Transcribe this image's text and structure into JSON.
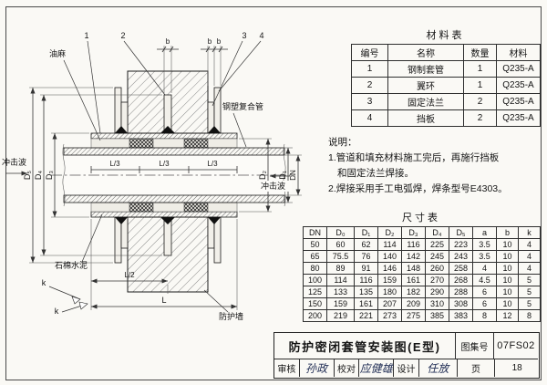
{
  "drawing": {
    "part_numbers": [
      "1",
      "2",
      "3",
      "4"
    ],
    "labels": {
      "youma": "油麻",
      "pipe": "钢塑复合管",
      "asbestos": "石棉水泥",
      "wall": "防护墙",
      "shock_left": "冲击波",
      "shock_right": "冲击波"
    },
    "dims": {
      "b": "b",
      "k": "k",
      "L": "L",
      "L2": "L/2",
      "L3": "L/3",
      "DN": "DN",
      "D1": "D₁",
      "D2": "D₂",
      "D3": "D₃",
      "D4": "D₄",
      "D5": "D₅"
    }
  },
  "material_table": {
    "title": "材料表",
    "headers": [
      "编号",
      "名称",
      "数量",
      "材料"
    ],
    "rows": [
      [
        "1",
        "钢制套管",
        "1",
        "Q235-A"
      ],
      [
        "2",
        "翼环",
        "1",
        "Q235-A"
      ],
      [
        "3",
        "固定法兰",
        "2",
        "Q235-A"
      ],
      [
        "4",
        "挡板",
        "2",
        "Q235-A"
      ]
    ]
  },
  "notes": {
    "title": "说明：",
    "lines": [
      "1.管道和填充材料施工完后，再施行挡板",
      "和固定法兰焊接。",
      "2.焊接采用手工电弧焊，焊条型号E4303。"
    ]
  },
  "size_table": {
    "title": "尺寸表",
    "headers": [
      "DN",
      "D₀",
      "D₁",
      "D₂",
      "D₃",
      "D₄",
      "D₅",
      "a",
      "b",
      "k"
    ],
    "rows": [
      [
        "50",
        "60",
        "62",
        "114",
        "116",
        "225",
        "223",
        "3.5",
        "10",
        "4"
      ],
      [
        "65",
        "75.5",
        "76",
        "140",
        "142",
        "245",
        "243",
        "3.5",
        "10",
        "4"
      ],
      [
        "80",
        "89",
        "91",
        "146",
        "148",
        "260",
        "258",
        "4",
        "10",
        "4"
      ],
      [
        "100",
        "114",
        "116",
        "159",
        "161",
        "270",
        "268",
        "4.5",
        "10",
        "5"
      ],
      [
        "125",
        "133",
        "135",
        "180",
        "182",
        "290",
        "288",
        "6",
        "10",
        "5"
      ],
      [
        "150",
        "159",
        "161",
        "207",
        "209",
        "310",
        "308",
        "6",
        "10",
        "5"
      ],
      [
        "200",
        "219",
        "221",
        "273",
        "275",
        "385",
        "383",
        "8",
        "12",
        "8"
      ]
    ]
  },
  "title_block": {
    "title": "防护密闭套管安装图(E型)",
    "atlas_label": "图集号",
    "atlas_no": "07FS02",
    "page_label": "页",
    "page_no": "18",
    "review_label": "审核",
    "review_sig": "孙政",
    "check_label": "校对",
    "check_sig": "应健雄",
    "design_label": "设计",
    "design_sig": "任放"
  }
}
